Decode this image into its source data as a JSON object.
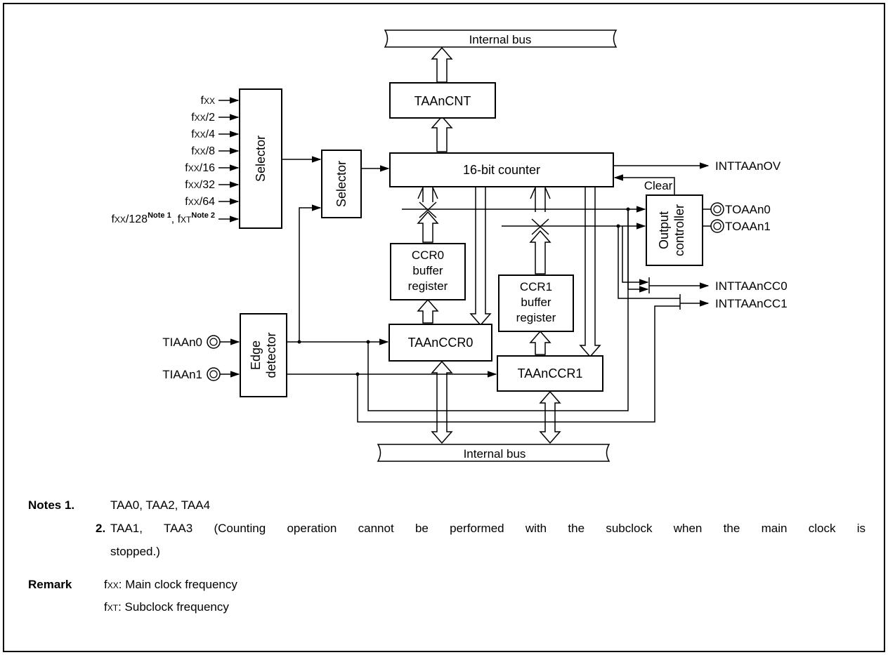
{
  "diagram": {
    "internal_bus_top": "Internal bus",
    "internal_bus_bottom": "Internal bus",
    "counter_block": "TAAnCNT",
    "sixteen_bit_counter": "16-bit counter",
    "selector_1": "Selector",
    "selector_2": "Selector",
    "edge_detector": [
      "Edge",
      "detector"
    ],
    "output_controller": [
      "Output",
      "controller"
    ],
    "ccr0_buffer": [
      "CCR0",
      "buffer",
      "register"
    ],
    "ccr1_buffer": [
      "CCR1",
      "buffer",
      "register"
    ],
    "taanccr0": "TAAnCCR0",
    "taanccr1": "TAAnCCR1",
    "clear_label": "Clear",
    "clock_inputs": [
      {
        "base": "f",
        "sub": "XX",
        "suffix": ""
      },
      {
        "base": "f",
        "sub": "XX",
        "suffix": "/2"
      },
      {
        "base": "f",
        "sub": "XX",
        "suffix": "/4"
      },
      {
        "base": "f",
        "sub": "XX",
        "suffix": "/8"
      },
      {
        "base": "f",
        "sub": "XX",
        "suffix": "/16"
      },
      {
        "base": "f",
        "sub": "XX",
        "suffix": "/32"
      },
      {
        "base": "f",
        "sub": "XX",
        "suffix": "/64"
      }
    ],
    "last_clock_input": {
      "part1_base": "f",
      "part1_sub": "XX",
      "part1_suffix": "/128",
      "note1": "Note 1",
      "sep": ", ",
      "part2_base": "f",
      "part2_sub": "XT",
      "note2": "Note 2"
    },
    "inputs": {
      "tiaan0": "TIAAn0",
      "tiaan1": "TIAAn1"
    },
    "outputs": {
      "intaanov": "INTTAAnOV",
      "toaan0": "TOAAn0",
      "toaan1": "TOAAn1",
      "inttaancc0": "INTTAAnCC0",
      "inttaancc1": "INTTAAnCC1"
    }
  },
  "notes": {
    "heading": "Notes 1.",
    "note1_text": "TAA0, TAA2, TAA4",
    "note2_num": "2.",
    "note2_line1": "TAA1, TAA3 (Counting operation cannot be performed with the subclock when the main clock is",
    "note2_line2": "stopped.)"
  },
  "remark": {
    "heading": "Remark",
    "line1_sym_base": "f",
    "line1_sym_sub": "XX",
    "line1_text": ": Main clock frequency",
    "line2_sym_base": "f",
    "line2_sym_sub": "XT",
    "line2_text": ": Subclock frequency"
  }
}
